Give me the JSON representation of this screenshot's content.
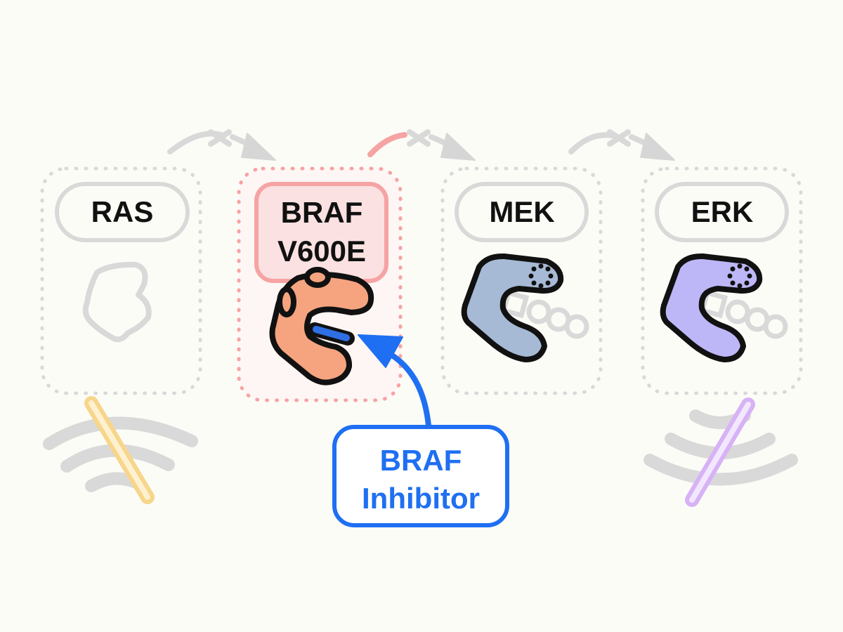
{
  "nodes": {
    "ras": {
      "label": "RAS"
    },
    "braf": {
      "label_line1": "BRAF",
      "label_line2": "V600E"
    },
    "mek": {
      "label": "MEK"
    },
    "erk": {
      "label": "ERK"
    }
  },
  "inhibitor": {
    "label_line1": "BRAF",
    "label_line2": "Inhibitor"
  },
  "colors": {
    "background": "#fcfcf7",
    "inactive_gray": "#d9d9d9",
    "braf_accent": "#f6a3a3",
    "braf_fill": "#f5a47f",
    "inhibitor_blue": "#1f6ff2",
    "mek_fill": "#a6bad6",
    "erk_fill": "#bdb7f7",
    "ras_lipid": "#f7d58a",
    "erk_lipid": "#d7b2f6"
  },
  "icons": {
    "pathway_arrow": "blocked-arrow-icon",
    "protein": "protein-blob-icon",
    "membrane": "membrane-icon"
  }
}
